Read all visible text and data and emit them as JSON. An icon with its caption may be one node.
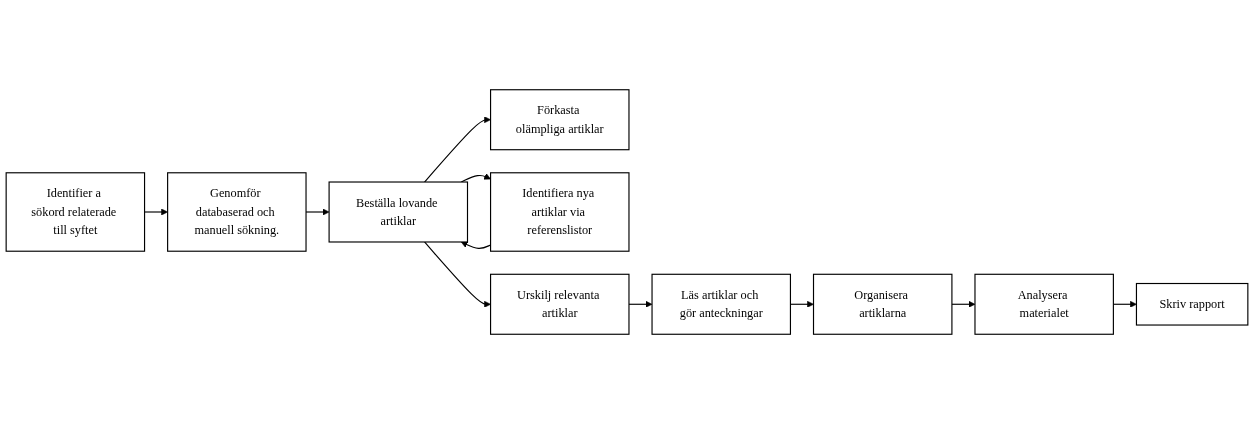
{
  "diagram": {
    "nodes": [
      {
        "text": [
          "Identifier a sökord relaterade till syftet"
        ]
      },
      {
        "text": [
          "Genomför databaserad och manuell sökning."
        ]
      },
      {
        "text": [
          "Beställa lovande artiklar"
        ]
      },
      {
        "text": [
          "Förkasta olämpliga artiklar"
        ]
      },
      {
        "text": [
          "Identifiera nya artiklar via referenslistor"
        ]
      },
      {
        "text": [
          "Urskilj relevanta artiklar"
        ]
      },
      {
        "text": [
          "Läs artiklar och gör anteckningar"
        ]
      },
      {
        "text": [
          "Organisera artiklarna"
        ]
      },
      {
        "text": [
          "Analysera materialet"
        ]
      },
      {
        "text": [
          "Skriv rapport"
        ]
      }
    ],
    "edges": [
      {
        "from": 0,
        "to": 1,
        "arrow": "to"
      },
      {
        "from": 1,
        "to": 2,
        "arrow": "to"
      },
      {
        "from": 2,
        "to": 3,
        "arrow": "to"
      },
      {
        "from": 2,
        "to": 4,
        "arrow": "to"
      },
      {
        "from": 4,
        "to": 2,
        "arrow": "to"
      },
      {
        "from": 2,
        "to": 5,
        "arrow": "to"
      },
      {
        "from": 5,
        "to": 6,
        "arrow": "to"
      },
      {
        "from": 6,
        "to": 7,
        "arrow": "to"
      },
      {
        "from": 7,
        "to": 8,
        "arrow": "to"
      },
      {
        "from": 8,
        "to": 9,
        "arrow": "to"
      }
    ]
  }
}
